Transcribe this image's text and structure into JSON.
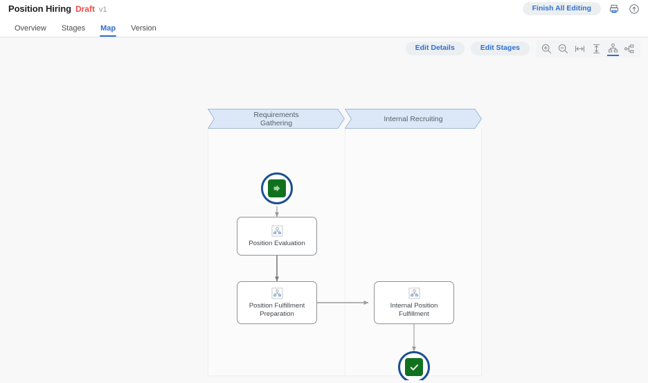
{
  "header": {
    "title": "Position Hiring",
    "status": "Draft",
    "version": "v1",
    "finish_editing_label": "Finish All Editing",
    "print_icon": "printer-icon",
    "upload_icon": "upload-icon"
  },
  "tabs": [
    {
      "label": "Overview",
      "active": false
    },
    {
      "label": "Stages",
      "active": false
    },
    {
      "label": "Map",
      "active": true
    },
    {
      "label": "Version",
      "active": false
    }
  ],
  "toolbar": {
    "edit_details_label": "Edit Details",
    "edit_stages_label": "Edit Stages",
    "tools": [
      {
        "name": "zoom-in-icon",
        "active": false
      },
      {
        "name": "zoom-out-icon",
        "active": false
      },
      {
        "name": "fit-width-icon",
        "active": false
      },
      {
        "name": "fit-height-icon",
        "active": false
      },
      {
        "name": "vertical-layout-icon",
        "active": true
      },
      {
        "name": "horizontal-layout-icon",
        "active": false
      }
    ]
  },
  "diagram": {
    "lanes": [
      {
        "title": "Requirements\nGathering",
        "width": 198
      },
      {
        "title": "Internal Recruiting",
        "width": 198
      }
    ],
    "nodes": [
      {
        "id": "start",
        "type": "start-event",
        "icon": "start-arrow-icon",
        "label": ""
      },
      {
        "id": "position-evaluation",
        "type": "task",
        "icon": "user-task-icon",
        "label": "Position Evaluation"
      },
      {
        "id": "position-fulfillment-preparation",
        "type": "task",
        "icon": "user-task-icon",
        "label": "Position Fulfillment\nPreparation"
      },
      {
        "id": "internal-position-fulfillment",
        "type": "task",
        "icon": "user-task-icon",
        "label": "Internal Position\nFulfillment"
      },
      {
        "id": "end",
        "type": "end-event",
        "icon": "check-icon",
        "label": ""
      }
    ]
  },
  "colors": {
    "accent_blue": "#2f6fd0",
    "status_red": "#ef4b4b",
    "event_ring": "#1b4f91",
    "event_fill": "#11711f",
    "lane_fill": "#dce8f7",
    "lane_border": "#9cb6d8",
    "connector": "#9a9a9a"
  }
}
